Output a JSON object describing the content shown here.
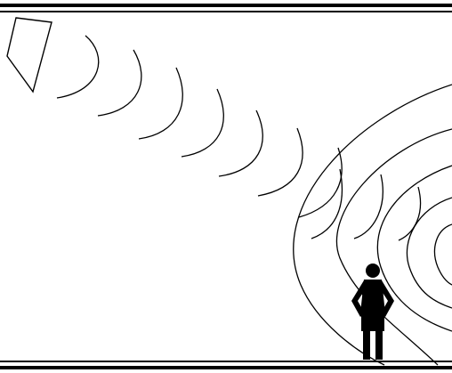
{
  "scene": {
    "figure_count": 1,
    "wave_arc_count": 7,
    "reflection_contour_count": 5
  },
  "colors": {
    "background": "#ffffff",
    "ink": "#000000"
  },
  "icons": {
    "emitter": "transmitter-icon",
    "person": "person-icon"
  }
}
